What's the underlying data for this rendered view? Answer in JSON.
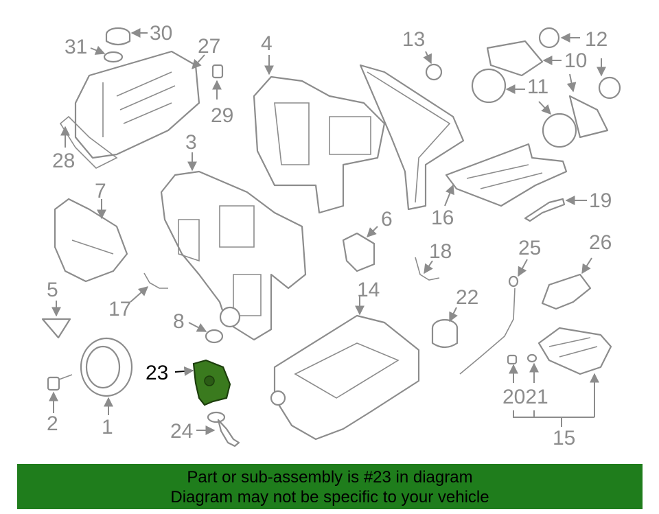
{
  "highlight_color": "#3a7a1e",
  "banner_color": "#1f7d1c",
  "part_labels": {
    "p1": "1",
    "p2": "2",
    "p3": "3",
    "p4": "4",
    "p5": "5",
    "p6": "6",
    "p7": "7",
    "p8": "8",
    "p10": "10",
    "p11": "11",
    "p12": "12",
    "p13": "13",
    "p14": "14",
    "p15": "15",
    "p16": "16",
    "p17": "17",
    "p18": "18",
    "p19": "19",
    "p2021": "2021",
    "p22": "22",
    "p23": "23",
    "p24": "24",
    "p25": "25",
    "p26": "26",
    "p27": "27",
    "p28": "28",
    "p29": "29",
    "p30": "30",
    "p31": "31"
  },
  "banner": {
    "line1": "Part or sub-assembly is #23 in diagram",
    "line2": "Diagram may not be specific to your vehicle"
  }
}
